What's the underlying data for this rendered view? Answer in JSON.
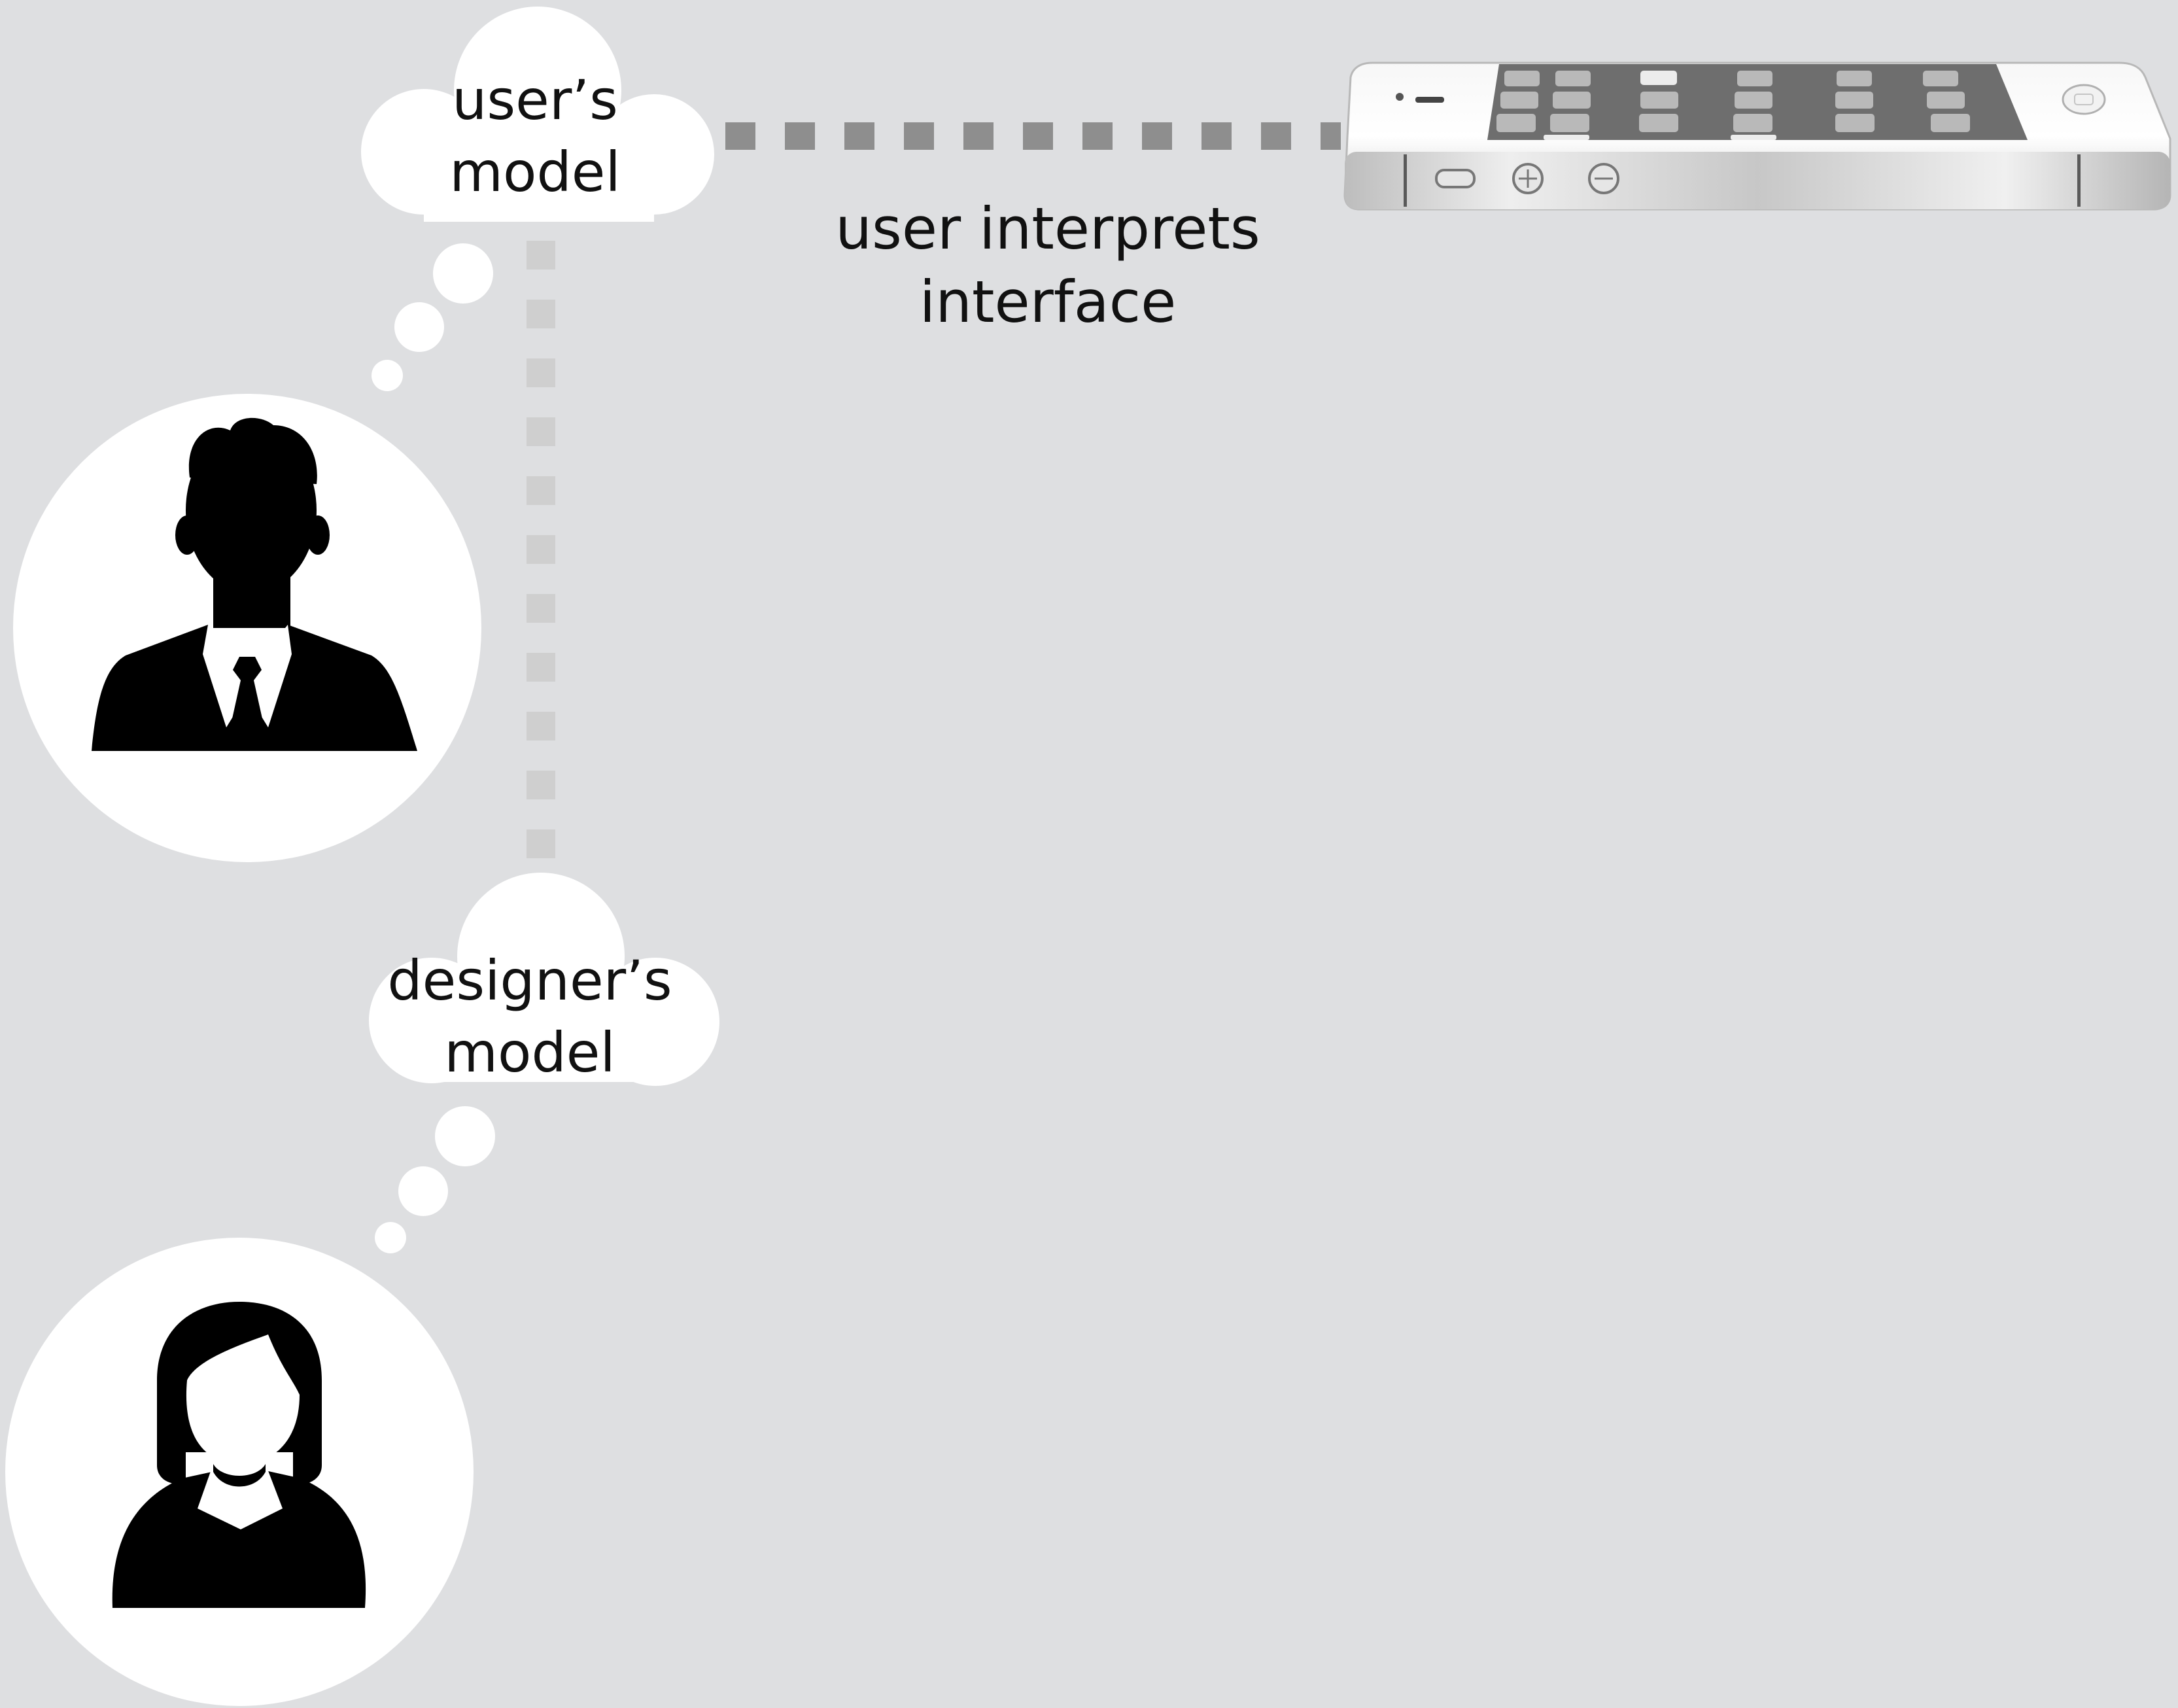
{
  "labels": {
    "user_model_line1": "user’s",
    "user_model_line2": "model",
    "designer_model_line1": "designer’s",
    "designer_model_line2": "model",
    "interaction_line1": "user interprets",
    "interaction_line2": "interface"
  },
  "icons": {
    "user": "businessman-icon",
    "designer": "woman-icon",
    "device": "smartphone-icon"
  },
  "colors": {
    "background": "#dedfe1",
    "circle": "#ffffff",
    "silhouette": "#000000",
    "connector_user_to_device": "#8e8e8e",
    "connector_user_to_designer": "#cfcfcf",
    "text": "#111111"
  }
}
